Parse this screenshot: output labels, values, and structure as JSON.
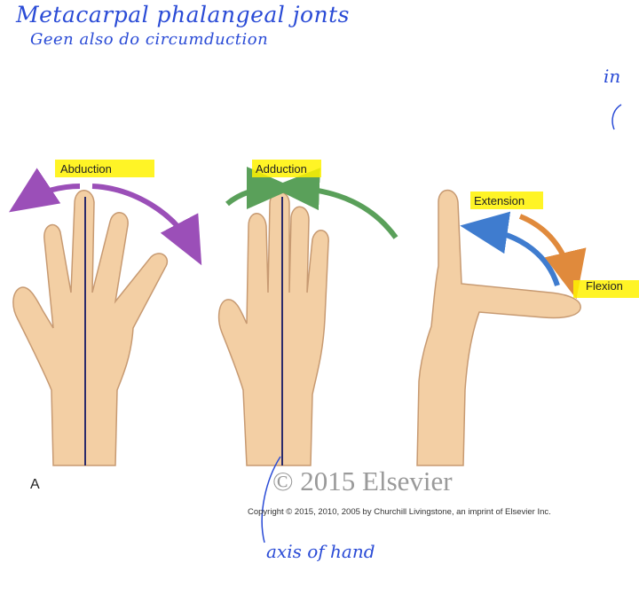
{
  "annotations": {
    "line1": "Metacarpal phalangeal jonts",
    "line2": "Geen also do circumduction",
    "corner": "in",
    "axis": "axis of hand"
  },
  "figure": {
    "labels": {
      "abduction": "Abduction",
      "adduction": "Adduction",
      "extension": "Extension",
      "flexion": "Flexion"
    },
    "panel_letter": "A",
    "copyright_big": "© 2015 Elsevier",
    "copyright_small": "Copyright © 2015, 2010, 2005 by Churchill Livingstone, an imprint of Elsevier Inc."
  },
  "colors": {
    "ink": "#2a4bd6",
    "highlight": "#fff200",
    "skin": "#f3cfa4",
    "skin_outline": "#c79a72",
    "axis_line": "#2b2b6b",
    "abduction_arrow": "#9b4fb8",
    "adduction_arrow": "#5aa05a",
    "extension_arrow": "#3f7ccf",
    "flexion_arrow": "#e08a3c"
  }
}
